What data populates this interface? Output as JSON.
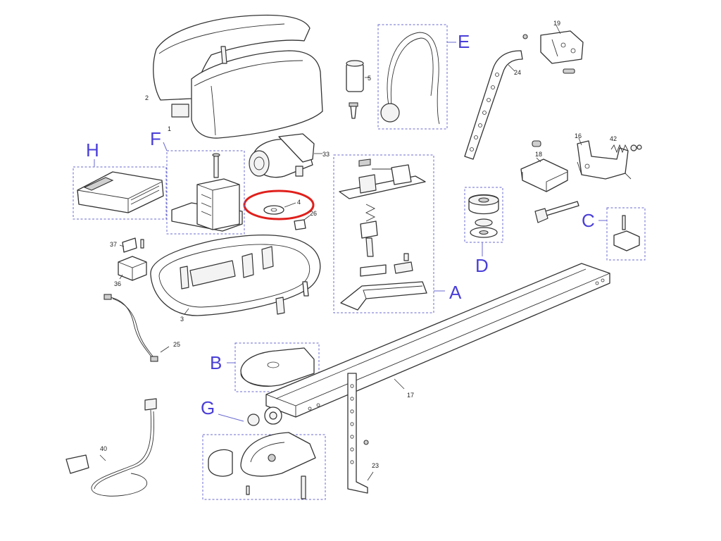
{
  "colors": {
    "group_letter": "#4a3fd8",
    "group_box": "#6a6ad0",
    "highlight": "#e0201c",
    "line": "#333333"
  },
  "groups": [
    {
      "id": "A",
      "label": "A"
    },
    {
      "id": "B",
      "label": "B"
    },
    {
      "id": "C",
      "label": "C"
    },
    {
      "id": "D",
      "label": "D"
    },
    {
      "id": "E",
      "label": "E"
    },
    {
      "id": "F",
      "label": "F"
    },
    {
      "id": "G",
      "label": "G"
    },
    {
      "id": "H",
      "label": "H"
    }
  ],
  "parts": [
    {
      "id": "p1",
      "label": "1"
    },
    {
      "id": "p2",
      "label": "2"
    },
    {
      "id": "p3",
      "label": "3"
    },
    {
      "id": "p4",
      "label": "4",
      "highlighted": true
    },
    {
      "id": "p5",
      "label": "5"
    },
    {
      "id": "p16",
      "label": "16"
    },
    {
      "id": "p17",
      "label": "17"
    },
    {
      "id": "p18",
      "label": "18"
    },
    {
      "id": "p19",
      "label": "19"
    },
    {
      "id": "p23",
      "label": "23"
    },
    {
      "id": "p24",
      "label": "24"
    },
    {
      "id": "p25",
      "label": "25"
    },
    {
      "id": "p26",
      "label": "26"
    },
    {
      "id": "p33",
      "label": "33"
    },
    {
      "id": "p36",
      "label": "36"
    },
    {
      "id": "p37",
      "label": "37"
    },
    {
      "id": "p40",
      "label": "40"
    },
    {
      "id": "p42",
      "label": "42"
    }
  ]
}
